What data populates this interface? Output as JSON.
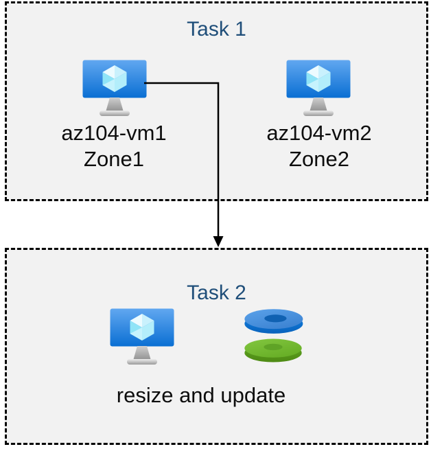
{
  "task1": {
    "title": "Task 1",
    "vms": [
      {
        "name": "az104-vm1",
        "zone": "Zone1",
        "icon": "azure-virtual-machine-icon"
      },
      {
        "name": "az104-vm2",
        "zone": "Zone2",
        "icon": "azure-virtual-machine-icon"
      }
    ]
  },
  "task2": {
    "title": "Task 2",
    "caption": "resize and update",
    "icons": [
      "azure-virtual-machine-icon",
      "azure-disks-icon"
    ]
  },
  "connector": {
    "type": "elbow-arrow",
    "from": "az104-vm1",
    "to": "task2-box"
  },
  "colors": {
    "title_text": "#1f4e79",
    "label_text": "#0d0d0d",
    "box_background": "#f2f2f2",
    "box_border": "#000000",
    "arrow": "#000000",
    "vm_screen_top": "#61a7f0",
    "vm_screen_bottom": "#0a6fd3",
    "cube_light": "#ecfbff",
    "cube_cyan": "#8fe4f7",
    "disk_blue_top": "#4f9ae2",
    "disk_blue_side": "#0b76d6",
    "disk_blue_hole": "#1061b2",
    "disk_green_top": "#74bb31",
    "disk_green_side": "#55971c",
    "disk_green_hole": "#5fa326"
  }
}
